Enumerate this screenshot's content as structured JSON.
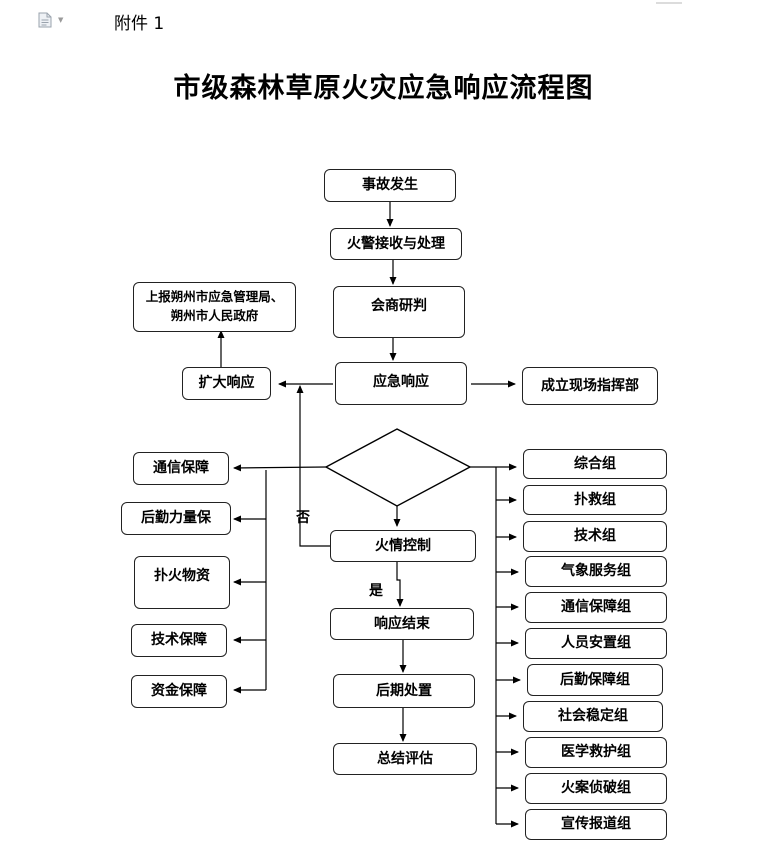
{
  "header": {
    "attachment_label": "附件 1",
    "doc_icon": "document-icon",
    "dropdown_icon": "chevron-down-icon"
  },
  "title": "市级森林草原火灾应急响应流程图",
  "nodes": {
    "incident": "事故发生",
    "alarm": "火警接收与处理",
    "consult": "会商研判",
    "report": "上报朔州市应急管理局、朔州市人民政府",
    "expand": "扩大响应",
    "respond": "应急响应",
    "command": "成立现场指挥部",
    "fire_control": "火情控制",
    "end": "响应结束",
    "aftermath": "后期处置",
    "evaluation": "总结评估"
  },
  "edge_labels": {
    "no": "否",
    "yes": "是"
  },
  "support": [
    "通信保障",
    "后勤力量保",
    "扑火物资",
    "技术保障",
    "资金保障"
  ],
  "groups": [
    "综合组",
    "扑救组",
    "技术组",
    "气象服务组",
    "通信保障组",
    "人员安置组",
    "后勤保障组",
    "社会稳定组",
    "医学救护组",
    "火案侦破组",
    "宣传报道组"
  ],
  "style": {
    "line_color": "#000000",
    "box_border": "#222222"
  }
}
